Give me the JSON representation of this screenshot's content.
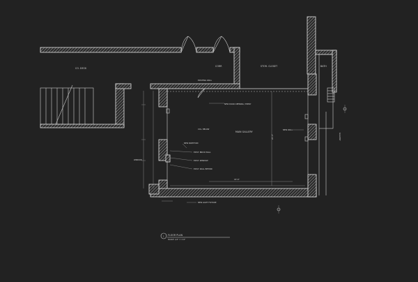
{
  "labels": {
    "exterior_left": "CO. DECK",
    "room_upper_mid": "CORR",
    "room_upper_right": "STOR. CLOSET",
    "room_far_right": "BATH",
    "main_room": "MAIN GALLERY",
    "main_room_sub": "",
    "existing_wall_note": "EXISTING WALL",
    "column_note": "COL. BELOW",
    "window_note": "WINDOW",
    "note_top": "NEW DOOR OPENING / ENTRY",
    "note_left_1": "EXIST. BRICK WALL",
    "note_left_2": "EXIST. WINDOW",
    "note_left_3": "EXIST. WALL BEHIND",
    "note_left_4": "NEW PARTITION",
    "note_bottom": "NEW LIGHT FIXTURE",
    "note_right_mid": "NEW WALL",
    "side_label": "GALLERY",
    "dim_center": "20'-0\"",
    "dim_bottom": "18'-6\"",
    "title": "FLOOR PLAN",
    "title_number": "1",
    "title_scale": "SCALE: 1/4\" = 1'-0\""
  }
}
